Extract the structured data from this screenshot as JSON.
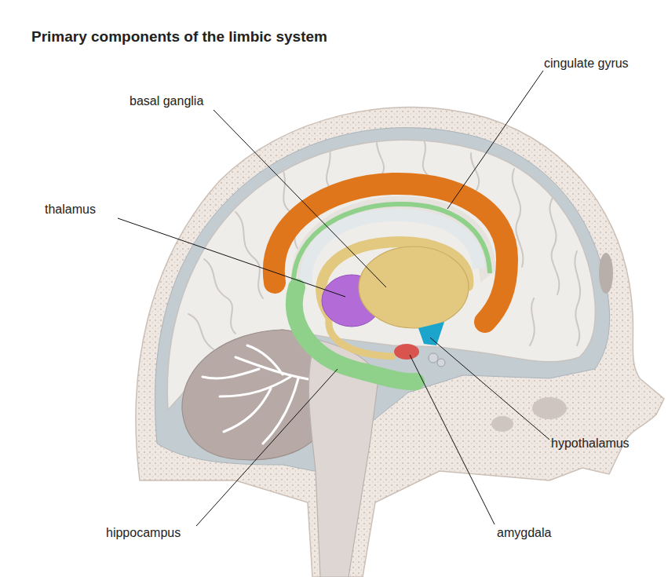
{
  "diagram": {
    "title": "Primary components of the limbic system",
    "labels": [
      "cingulate gyrus",
      "basal ganglia",
      "thalamus",
      "hypothalamus",
      "hippocampus",
      "amygdala"
    ]
  }
}
